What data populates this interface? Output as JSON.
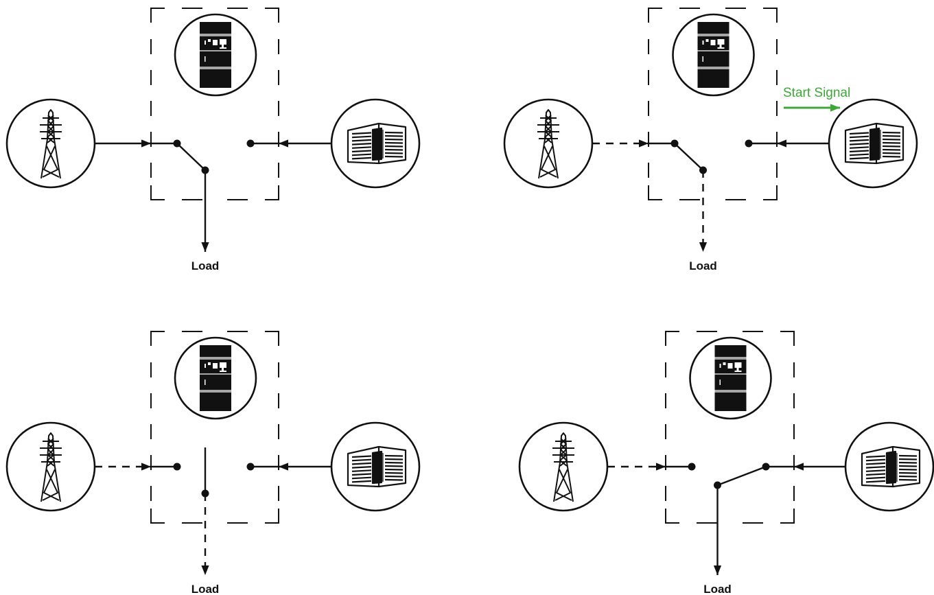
{
  "panels": [
    {
      "load_label": "Load",
      "utility_line": "solid",
      "generator_line": "solid",
      "load_line": "solid",
      "switch_position": "utility",
      "start_signal": ""
    },
    {
      "load_label": "Load",
      "utility_line": "dashed",
      "generator_line": "solid",
      "load_line": "dashed",
      "switch_position": "utility",
      "start_signal": "Start Signal"
    },
    {
      "load_label": "Load",
      "utility_line": "dashed",
      "generator_line": "solid",
      "load_line": "dashed",
      "switch_position": "neutral",
      "start_signal": ""
    },
    {
      "load_label": "Load",
      "utility_line": "dashed",
      "generator_line": "solid",
      "load_line": "solid",
      "switch_position": "generator",
      "start_signal": ""
    }
  ],
  "icons": {
    "utility": "power-tower-icon",
    "switch": "transfer-switch-cabinet-icon",
    "generator": "generator-icon"
  },
  "colors": {
    "line": "#111111",
    "signal": "#3aaa35"
  }
}
